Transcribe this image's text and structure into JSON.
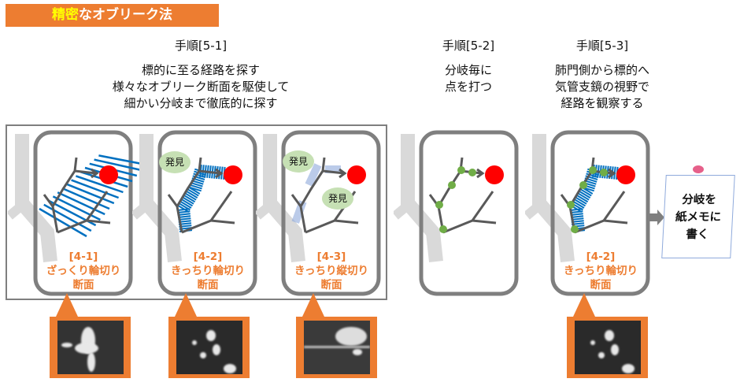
{
  "header": {
    "title_highlight": "精密",
    "title_rest": "なオブリーク法"
  },
  "steps": [
    {
      "head": "手順[5-1]",
      "lines": [
        "標的に至る経路を探す",
        "様々なオブリーク断面を駆使して",
        "細かい分岐まで徹底的に探す"
      ]
    },
    {
      "head": "手順[5-2]",
      "lines": [
        "分岐毎に",
        "点を打つ"
      ]
    },
    {
      "head": "手順[5-3]",
      "lines": [
        "肺門側から標的へ",
        "気管支鏡の視野で",
        "経路を観察する"
      ]
    }
  ],
  "cards": [
    {
      "label": [
        "[4-1]",
        "ざっくり輪切り",
        "断面"
      ]
    },
    {
      "label": [
        "[4-2]",
        "きっちり輪切り",
        "断面"
      ],
      "bubble": "発見"
    },
    {
      "label": [
        "[4-3]",
        "きっちり縦切り",
        "断面"
      ],
      "bubbles": [
        "発見",
        "発見"
      ]
    },
    {
      "label": []
    },
    {
      "label": [
        "[4-2]",
        "きっちり輪切り",
        "断面"
      ]
    }
  ],
  "note": {
    "lines": [
      "分岐を",
      "紙メモに",
      "書く"
    ]
  },
  "colors": {
    "orange": "#ed7d31",
    "blue": "#0070c0",
    "red": "#ff0000",
    "green": "#70ad47",
    "gray": "#595959"
  }
}
